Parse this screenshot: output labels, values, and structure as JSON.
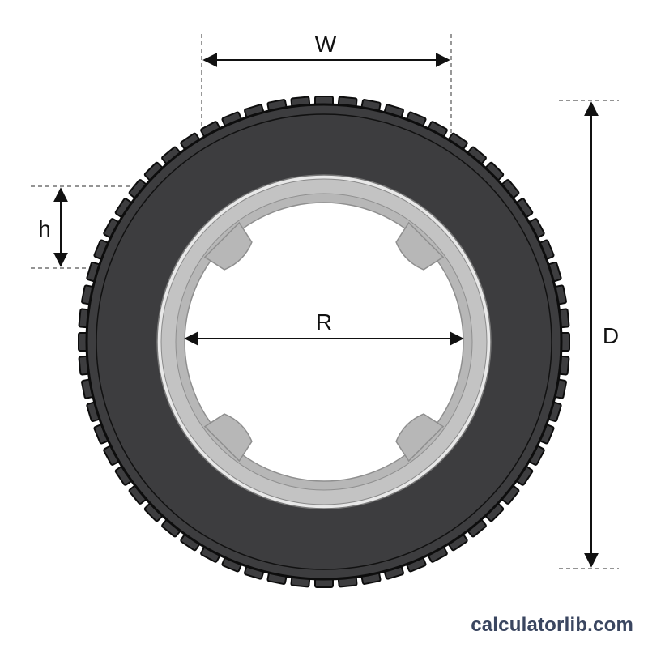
{
  "labels": {
    "width": "W",
    "height": "h",
    "rim_diameter": "R",
    "diameter": "D"
  },
  "watermark": "calculatorlib.com",
  "colors": {
    "tire": "#3d3d3f",
    "tire_outline": "#0d0d0d",
    "rim": "#c3c3c3",
    "rim_inner": "#a8a8a8",
    "line": "#111111",
    "watermark": "#3a4660"
  }
}
